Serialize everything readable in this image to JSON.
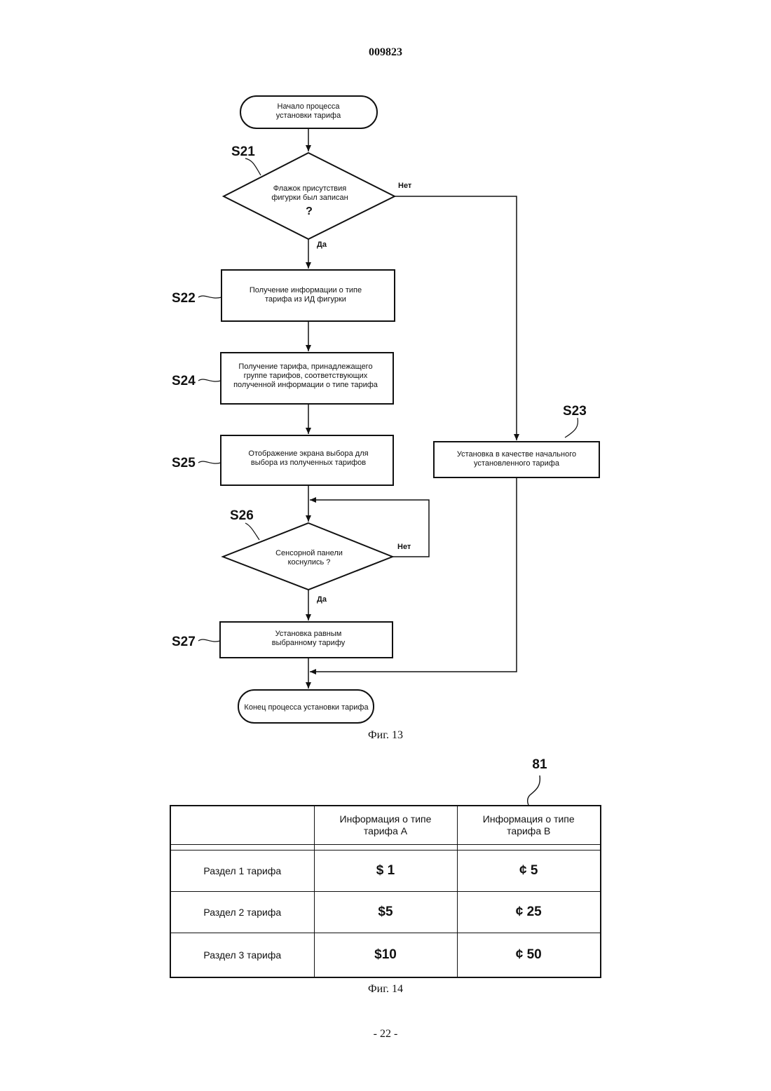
{
  "header": {
    "doc_number": "009823"
  },
  "fig13": {
    "start": [
      "Начало процесса",
      "установки тарифа"
    ],
    "s21": {
      "label": "S21",
      "text": [
        "Флажок присутствия",
        "фигурки был записан"
      ],
      "qmark": "?",
      "no": "Нет",
      "yes": "Да"
    },
    "s22": {
      "label": "S22",
      "text": [
        "Получение информации о типе",
        "тарифа из ИД фигурки"
      ]
    },
    "s24": {
      "label": "S24",
      "text": [
        "Получение тарифа, принадлежащего",
        "группе тарифов, соответствующих",
        "полученной информации о типе тарифа"
      ]
    },
    "s25": {
      "label": "S25",
      "text": [
        "Отображение экрана выбора для",
        "выбора из полученных тарифов"
      ]
    },
    "s23": {
      "label": "S23",
      "text": [
        "Установка в качестве начального",
        "установленного тарифа"
      ]
    },
    "s26": {
      "label": "S26",
      "text": [
        "Сенсорной панели",
        "коснулись ?"
      ],
      "no": "Нет",
      "yes": "Да"
    },
    "s27": {
      "label": "S27",
      "text": [
        "Установка равным",
        "выбранному тарифу"
      ]
    },
    "end": [
      "Конец процесса установки тарифа"
    ],
    "caption": "Фиг. 13"
  },
  "fig14": {
    "ref": "81",
    "headers": [
      "",
      "Информация о типе\nтарифа A",
      "Информация о типе\nтарифа B"
    ],
    "rows": [
      {
        "name": "Раздел 1 тарифа",
        "a": "$ 1",
        "b": "¢ 5"
      },
      {
        "name": "Раздел 2 тарифа",
        "a": "$5",
        "b": "¢ 25"
      },
      {
        "name": "Раздел 3 тарифа",
        "a": "$10",
        "b": "¢ 50"
      }
    ],
    "caption": "Фиг. 14"
  },
  "footer": {
    "page": "- 22 -"
  }
}
